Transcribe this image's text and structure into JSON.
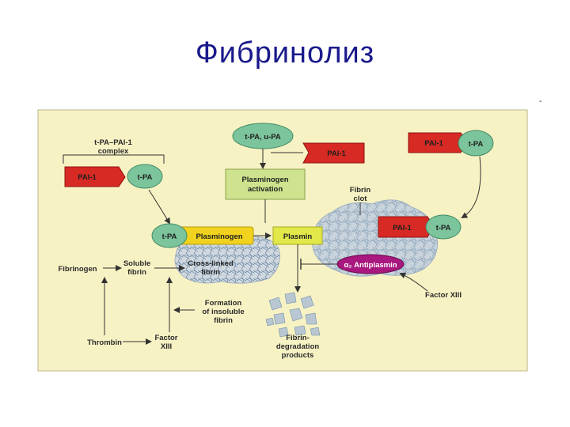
{
  "title": "Фибринолиз",
  "corner_mark": "-",
  "diagram": {
    "complex_label_line1": "t-PA–PAI-1",
    "complex_label_line2": "complex",
    "pai1": "PAI-1",
    "tpa": "t-PA",
    "tpa_upa": "t-PA, u-PA",
    "plasminogen_activation_line1": "Plasminogen",
    "plasminogen_activation_line2": "activation",
    "plasminogen": "Plasminogen",
    "plasmin": "Plasmin",
    "fibrin_clot_line1": "Fibrin",
    "fibrin_clot_line2": "clot",
    "antiplasmin": "α₂ Antiplasmin",
    "factor_xiii_right": "Factor XIII",
    "fibrinogen": "Fibrinogen",
    "soluble_fibrin_line1": "Soluble",
    "soluble_fibrin_line2": "fibrin",
    "cross_linked_line1": "Cross-linked",
    "cross_linked_line2": "fibrin",
    "formation_line1": "Formation",
    "formation_line2": "of insoluble",
    "formation_line3": "fibrin",
    "thrombin": "Thrombin",
    "factor_xiii_left_line1": "Factor",
    "factor_xiii_left_line2": "XIII",
    "fdp_line1": "Fibrin-",
    "fdp_line2": "degradation",
    "fdp_line3": "products"
  },
  "colors": {
    "panel": "#f7f2c4",
    "pai1_red": "#d72a24",
    "tpa_green": "#7cc49c",
    "plasminogen_yellow": "#f1d21e",
    "plasmin_yellow": "#e2e84a",
    "antiplasmin_magenta": "#a8187e",
    "activation_green": "#cfe38f",
    "title_blue": "#1a1a8c"
  }
}
